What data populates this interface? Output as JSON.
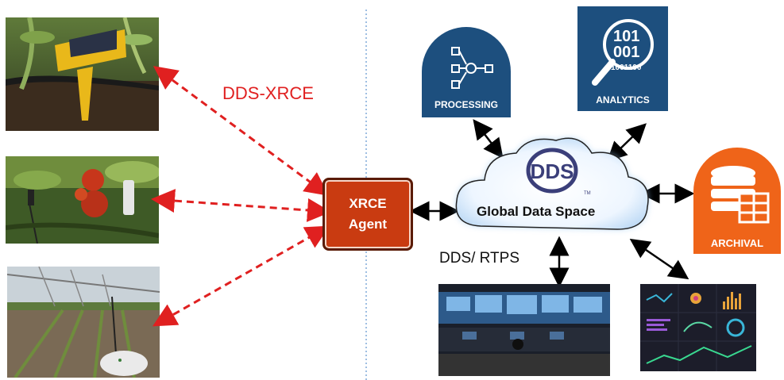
{
  "top_partial_text": "",
  "labels": {
    "dds_xrce": "DDS-XRCE",
    "dds_rtps": "DDS/ RTPS"
  },
  "agent": {
    "line1": "XRCE",
    "line2": "Agent"
  },
  "cloud": {
    "logo": "DDS",
    "tm": "TM",
    "title": "Global Data Space"
  },
  "tiles": {
    "processing": "PROCESSING",
    "analytics": "ANALYTICS",
    "archival": "ARCHIVAL",
    "analytics_digits": [
      "101",
      "001",
      "1001100"
    ]
  },
  "colors": {
    "red_arrow": "#e02020",
    "agent": "#c93b11",
    "tile_blue": "#1d4f7e",
    "tile_orange": "#ef6419",
    "divider": "#7fa8d8"
  }
}
